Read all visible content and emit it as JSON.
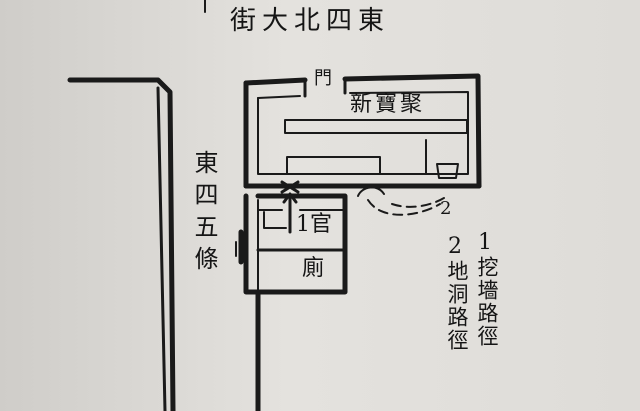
{
  "diagram": {
    "title_street": "街大北四東",
    "gate_label": "門",
    "shop_label": "新寶聚",
    "lane_label": "東四五條",
    "office_label": "1官",
    "toilet_label": "廁",
    "marker_two": "2",
    "legend": {
      "item1_num": "1",
      "item1_text": "挖墻路徑",
      "item2_num": "2",
      "item2_text": "地洞路徑"
    },
    "colors": {
      "ink": "#1a1a1a",
      "paper": "#dcdad6"
    }
  }
}
